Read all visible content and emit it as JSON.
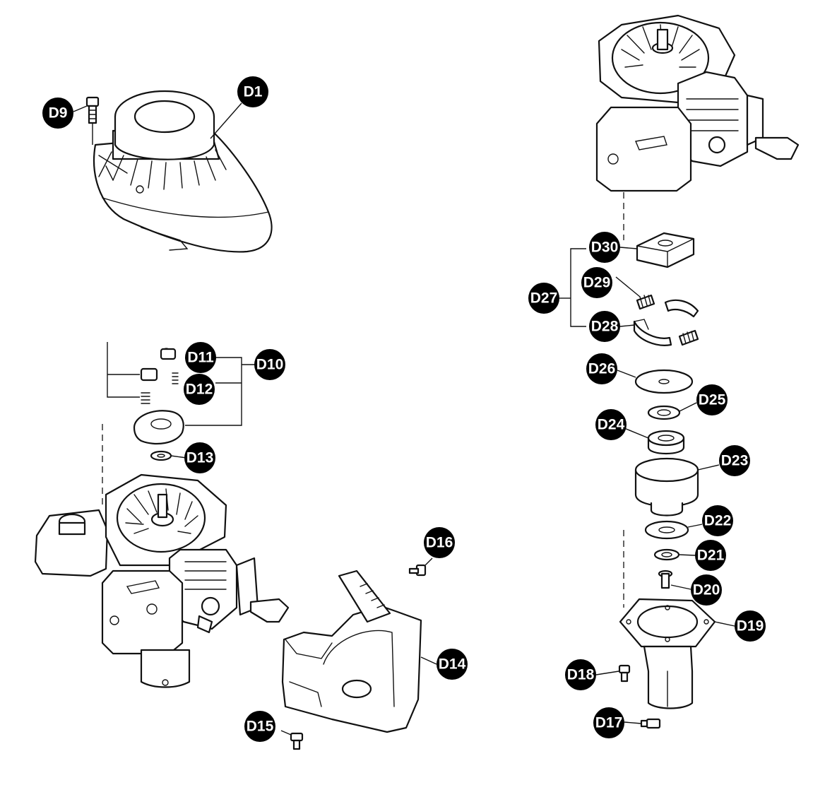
{
  "callouts": {
    "d1": "D1",
    "d9": "D9",
    "d10": "D10",
    "d11": "D11",
    "d12": "D12",
    "d13": "D13",
    "d14": "D14",
    "d15": "D15",
    "d16": "D16",
    "d17": "D17",
    "d18": "D18",
    "d19": "D19",
    "d20": "D20",
    "d21": "D21",
    "d22": "D22",
    "d23": "D23",
    "d24": "D24",
    "d25": "D25",
    "d26": "D26",
    "d27": "D27",
    "d28": "D28",
    "d29": "D29",
    "d30": "D30"
  },
  "colors": {
    "line": "#111111",
    "callout": "#000000",
    "callout_text": "#ffffff",
    "background": "#ffffff"
  }
}
